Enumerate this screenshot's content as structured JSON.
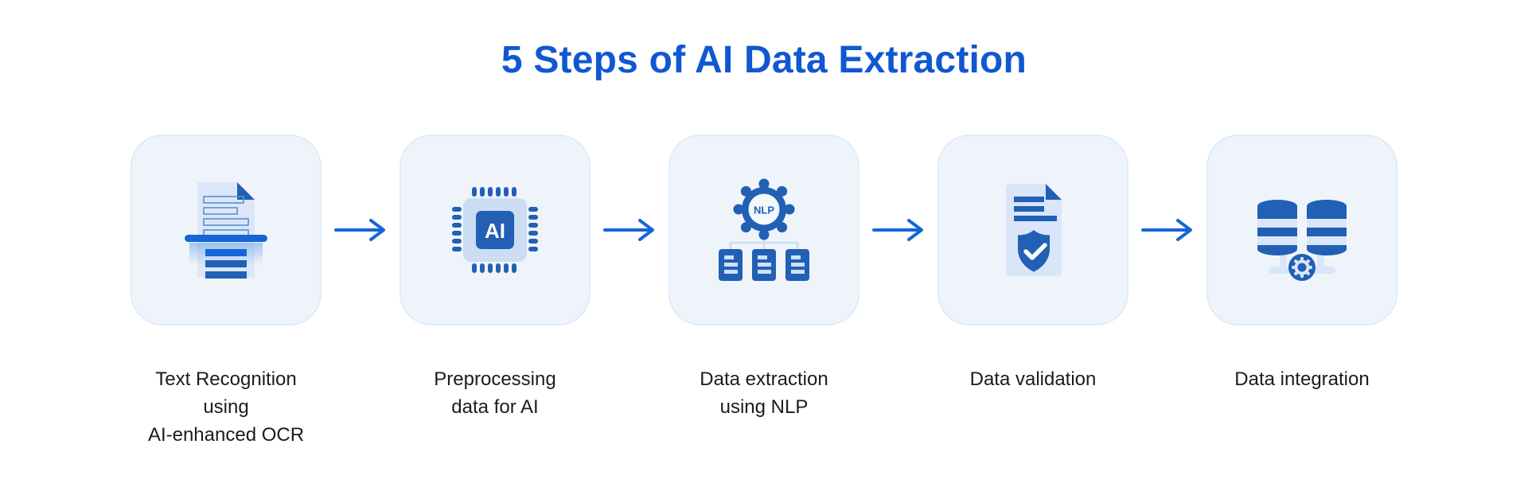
{
  "title": "5 Steps of AI Data Extraction",
  "steps": [
    {
      "id": "text-recognition",
      "label": "Text Recognition\nusing\nAI-enhanced OCR",
      "icon": "ocr-scan-document-icon"
    },
    {
      "id": "preprocessing",
      "label": "Preprocessing\ndata for AI",
      "icon": "ai-chip-icon",
      "icon_text": "AI"
    },
    {
      "id": "data-extraction",
      "label": "Data extraction\nusing NLP",
      "icon": "nlp-gear-documents-icon",
      "icon_text": "NLP"
    },
    {
      "id": "data-validation",
      "label": "Data validation",
      "icon": "document-shield-check-icon"
    },
    {
      "id": "data-integration",
      "label": "Data integration",
      "icon": "database-sync-gear-icon"
    }
  ],
  "colors": {
    "title_blue": "#1057d2",
    "arrow_blue": "#1565d8",
    "icon_dark_blue": "#2160b4",
    "icon_bright_blue": "#1565d8",
    "icon_light_blue": "#d9e5f8",
    "card_background": "#eff4fb",
    "card_border": "#e0ecf9",
    "label_text": "#1c1c1c",
    "page_background": "#ffffff"
  }
}
